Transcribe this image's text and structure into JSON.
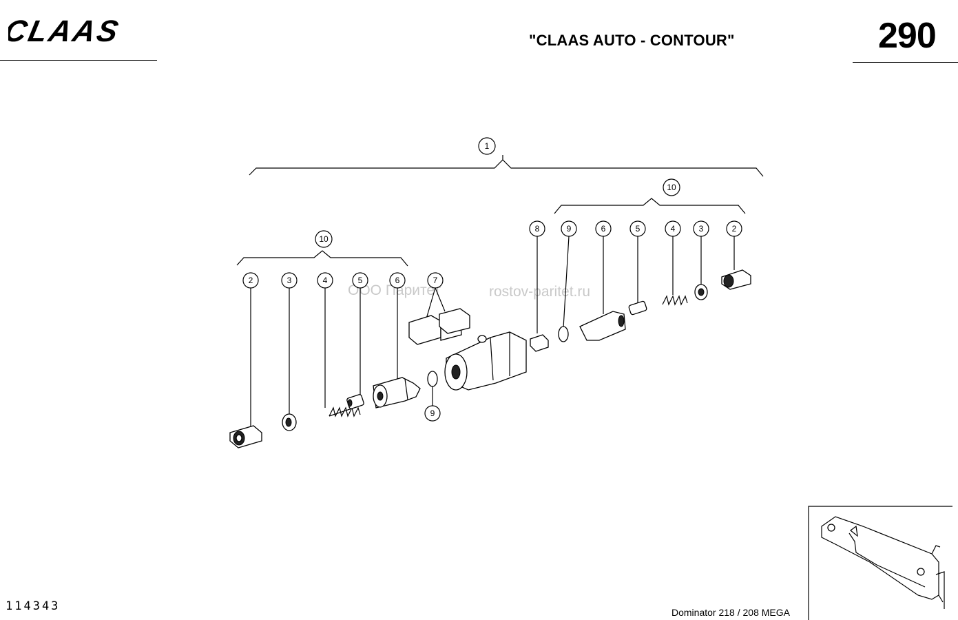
{
  "header": {
    "brand": "CLAAS",
    "title": "\"CLAAS AUTO - CONTOUR\"",
    "page_number": "290"
  },
  "footer": {
    "doc_number": "114343",
    "model": "Dominator 218 / 208 MEGA"
  },
  "watermark": {
    "company": "ООО Паритет",
    "site": "rostov-paritet.ru"
  },
  "callouts": {
    "assembly": "1",
    "subassembly_left": "10",
    "subassembly_right": "10",
    "left_row": [
      "2",
      "3",
      "4",
      "5",
      "6"
    ],
    "fitting": "7",
    "oring_bottom": "9",
    "right_row": [
      "8",
      "9",
      "6",
      "5",
      "4",
      "3",
      "2"
    ]
  }
}
